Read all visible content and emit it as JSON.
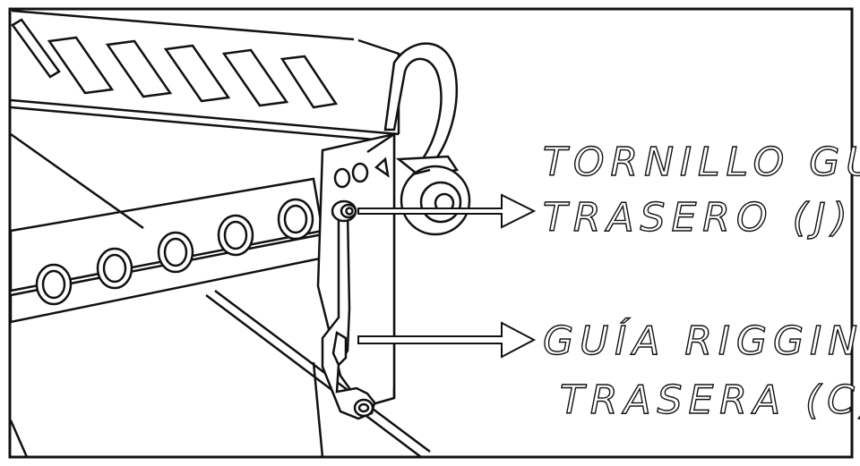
{
  "callouts": [
    {
      "lines": [
        "TORNILLO GUÍA",
        "TRASERO (J)"
      ]
    },
    {
      "lines": [
        "GUÍA RIGGING",
        "TRASERA (C)"
      ]
    }
  ],
  "colors": {
    "line": "#111111",
    "background": "#ffffff"
  }
}
